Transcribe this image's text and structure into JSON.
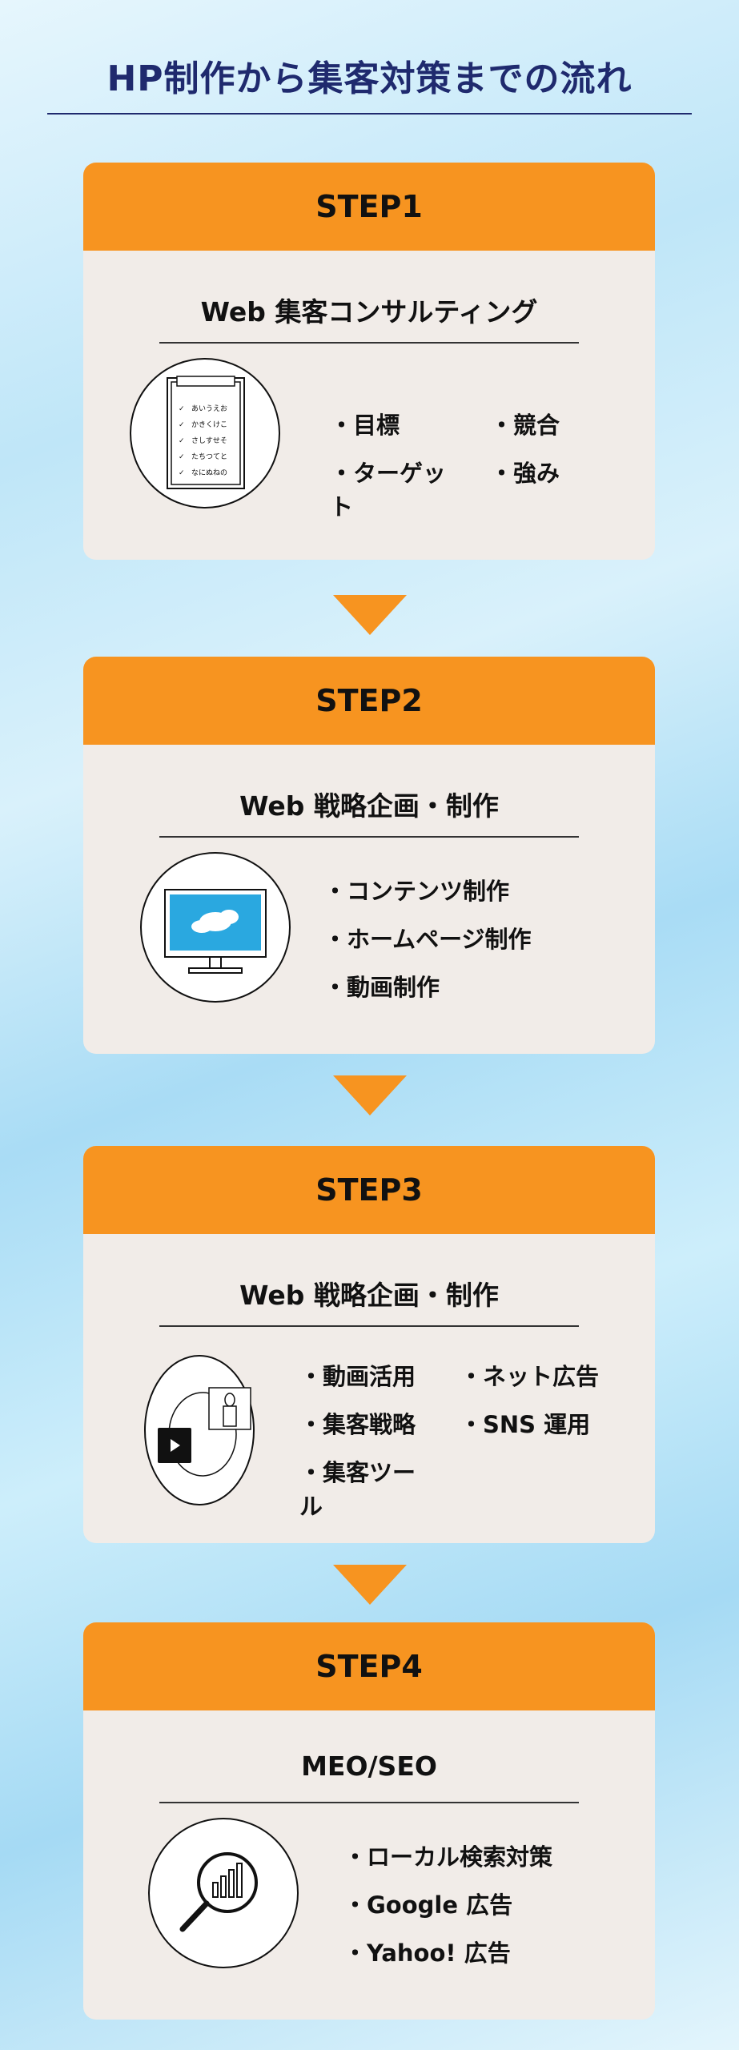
{
  "title": "HP制作から集客対策までの流れ",
  "steps": [
    {
      "label": "STEP1",
      "subtitle": "Web 集客コンサルティング",
      "icon": "checklist-clipboard-icon",
      "items": [
        "・目標",
        "・競合",
        "・ターゲット",
        "・強み"
      ],
      "checklist": [
        "あいうえお",
        "かきくけこ",
        "さしすせそ",
        "たちつてと",
        "なにぬねの"
      ]
    },
    {
      "label": "STEP2",
      "subtitle": "Web 戦略企画・制作",
      "icon": "monitor-cloud-icon",
      "items": [
        "・コンテンツ制作",
        "・ホームページ制作",
        "・動画制作"
      ]
    },
    {
      "label": "STEP3",
      "subtitle": "Web 戦略企画・制作",
      "icon": "video-marketing-icon",
      "items": [
        "・動画活用",
        "・ネット広告",
        "・集客戦略",
        "・SNS 運用",
        "・集客ツール"
      ]
    },
    {
      "label": "STEP4",
      "subtitle": "MEO/SEO",
      "icon": "search-chart-icon",
      "items": [
        "・ローカル検索対策",
        "・Google 広告",
        "・Yahoo! 広告"
      ]
    }
  ],
  "colors": {
    "accent": "#f79420",
    "navy": "#1f2a6e",
    "card": "#f1ece8"
  }
}
